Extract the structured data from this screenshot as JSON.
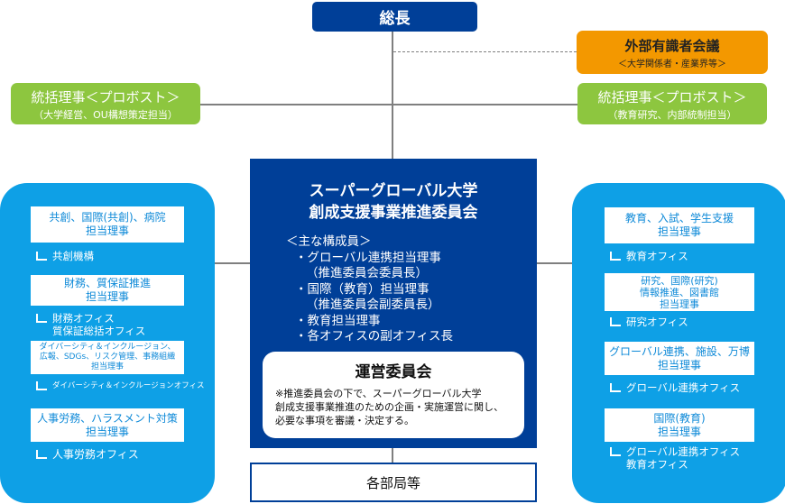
{
  "president": "総長",
  "external_council": {
    "title": "外部有識者会議",
    "subtitle": "＜大学関係者・産業界等＞"
  },
  "provost_left": {
    "title": "統括理事＜プロボスト＞",
    "subtitle": "（大学経営、OU構想策定担当）"
  },
  "provost_right": {
    "title": "統括理事＜プロボスト＞",
    "subtitle": "（教育研究、内部統制担当）"
  },
  "committee": {
    "title_line1": "スーパーグローバル大学",
    "title_line2": "創成支援事業推進委員会",
    "members_heading": "＜主な構成員＞",
    "members": [
      "・グローバル連携担当理事",
      "（推進委員会委員長）",
      "・国際（教育）担当理事",
      "（推進委員会副委員長）",
      "・教育担当理事",
      "・各オフィスの副オフィス長"
    ],
    "management": {
      "title": "運営委員会",
      "description_lines": [
        "※推進委員会の下で、スーパーグローバル大学",
        "創成支援事業推進のための企画・実施運営に関し、",
        "必要な事項を審議・決定する。"
      ]
    }
  },
  "departments": "各部局等",
  "left_panel": [
    {
      "director": [
        "共創、国際(共創)、病院",
        "担当理事"
      ],
      "offices": [
        "共創機構"
      ]
    },
    {
      "director": [
        "財務、質保証推進",
        "担当理事"
      ],
      "offices": [
        "財務オフィス",
        "質保証総括オフィス"
      ]
    },
    {
      "director": [
        "ダイバーシティ＆インクルージョン、",
        "広報、SDGs、リスク管理、事務組織",
        "担当理事"
      ],
      "offices": [
        "ダイバーシティ＆インクルージョンオフィス"
      ]
    },
    {
      "director": [
        "人事労務、ハラスメント対策",
        "担当理事"
      ],
      "offices": [
        "人事労務オフィス"
      ]
    }
  ],
  "right_panel": [
    {
      "director": [
        "教育、入試、学生支援",
        "担当理事"
      ],
      "offices": [
        "教育オフィス"
      ]
    },
    {
      "director": [
        "研究、国際(研究)",
        "情報推進、図書館",
        "担当理事"
      ],
      "offices": [
        "研究オフィス"
      ]
    },
    {
      "director": [
        "グローバル連携、施設、万博",
        "担当理事"
      ],
      "offices": [
        "グローバル連携オフィス"
      ]
    },
    {
      "director": [
        "国際(教育)",
        "担当理事"
      ],
      "offices": [
        "グローバル連携オフィス",
        "教育オフィス"
      ]
    }
  ],
  "colors": {
    "navy": "#003f98",
    "orange": "#f39800",
    "green": "#8dc63f",
    "sky": "#0ea0e6",
    "connector": "#7f7f7f"
  }
}
